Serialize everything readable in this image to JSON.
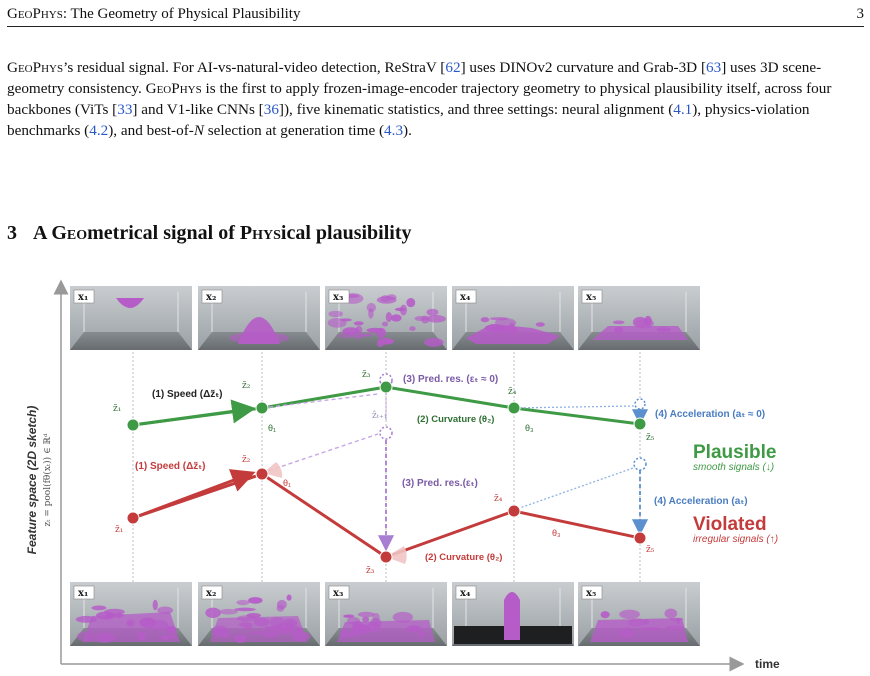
{
  "header": {
    "title_sc": "GeoPhys",
    "title_rest": ": The Geometry of Physical Plausibility",
    "page_number": "3"
  },
  "paragraph": {
    "sc1": "GeoPhys",
    "t1": "’s residual signal. For AI-vs-natural-video detection, ReStraV [",
    "r1": "62",
    "t2": "] uses DINOv2 curvature and Grab-3D [",
    "r2": "63",
    "t3": "] uses 3D scene-geometry consistency. ",
    "sc2": "GeoPhys",
    "t4": " is the first to apply frozen-image-encoder trajectory geometry to physical plausibility itself, across four backbones (ViTs [",
    "r3": "33",
    "t5": "] and V1-like CNNs [",
    "r4": "36",
    "t6": "]), five kinematic statistics, and three settings: neural alignment (",
    "r5": "4.1",
    "t7": "), physics-violation benchmarks (",
    "r6": "4.2",
    "t8": "), and best-of-",
    "n": "N",
    "t9": " selection at generation time (",
    "r7": "4.3",
    "t10": ")."
  },
  "section": {
    "number": "3",
    "p1": "A ",
    "sc1": "Geo",
    "p2": "metrical signal of ",
    "sc2": "Phys",
    "p3": "ical plausibility"
  },
  "figure": {
    "y_axis_label": "Feature space (2D sketch)",
    "y_axis_formula": "zₜ = pool(fθ(xₜ)) ∈ ℝᵈ",
    "x_axis_label": "time",
    "frame_labels": [
      "x₁",
      "x₂",
      "x₃",
      "x₄",
      "x₅"
    ],
    "plausible": {
      "title": "Plausible",
      "subtitle": "smooth signals (↓)",
      "points": [
        "z̃₁",
        "z̃₂",
        "z̃₃",
        "z̃₄",
        "z̃₅"
      ],
      "speed": "(1) Speed (Δz̃ₜ)",
      "pred_res": "(3) Pred. res. (εₜ ≈ 0)",
      "curvature": "(2) Curvature (θ₂)",
      "acceleration": "(4) Acceleration (aₜ ≈ 0)",
      "theta1": "θ₁",
      "theta3": "θ₃"
    },
    "violated": {
      "title": "Violated",
      "subtitle": "irregular signals (↑)",
      "points": [
        "z̃₁",
        "z̃₂",
        "z̃₃",
        "z̃₄",
        "z̃₅"
      ],
      "pred_point": "ẑₜ₊₁",
      "speed": "(1) Speed (Δz̃ₜ)",
      "pred_res": "(3) Pred. res.(εₜ)",
      "curvature": "(2) Curvature (θ₂)",
      "acceleration": "(4) Acceleration (aₜ)",
      "theta1": "θ₁",
      "theta3": "θ₃"
    },
    "colors": {
      "plausible": "#3f9a45",
      "violated": "#c43b3b",
      "pred": "#a77ed2",
      "accel": "#5b8fd0",
      "fluid": "#b65cc8"
    }
  }
}
